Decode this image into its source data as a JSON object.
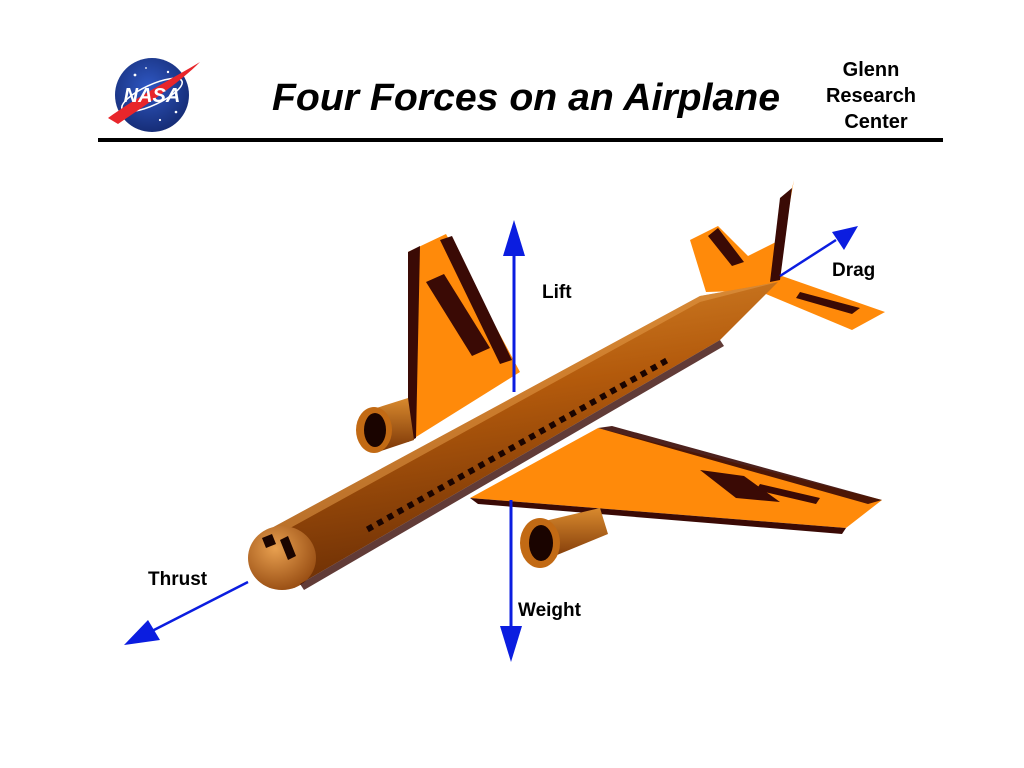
{
  "header": {
    "logo_text": "NASA",
    "title": "Four Forces on an Airplane",
    "center_lines": [
      "Glenn",
      "Research",
      "Center"
    ]
  },
  "forces": {
    "lift": "Lift",
    "weight": "Weight",
    "thrust": "Thrust",
    "drag": "Drag"
  },
  "colors": {
    "arrow": "#0b1de0",
    "fuselage": "#b35a0c",
    "wing": "#ff8a0a",
    "trim": "#3a0a05",
    "rule": "#000000",
    "logo_blue": "#1d3f9c",
    "logo_red": "#e8262b"
  }
}
